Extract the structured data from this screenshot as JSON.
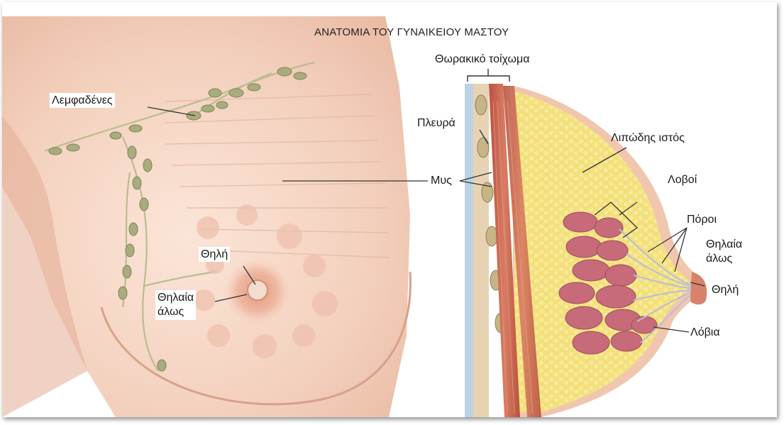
{
  "title": "ΑΝΑΤΟΜΙΑ ΤΟΥ ΓΥΝΑΙΚΕΙΟΥ ΜΑΣΤΟΥ",
  "front_view_labels": {
    "lymph_nodes": "Λεμφαδένες",
    "muscle": "Μυς",
    "nipple": "Θηλή",
    "areola_line1": "Θηλαία",
    "areola_line2": "άλως"
  },
  "cross_section_labels": {
    "chest_wall": "Θωρακικό τοίχωμα",
    "rib": "Πλευρά",
    "fatty_tissue": "Λιπώδης ιστός",
    "lobes": "Λοβοί",
    "ducts": "Πόροι",
    "areola_line1": "Θηλαία",
    "areola_line2": "άλως",
    "nipple": "Θηλή",
    "lobules": "Λόβια"
  },
  "colors": {
    "skin": "#f5d5c3",
    "skin_shadow": "#e8b8a0",
    "areola": "#d9826a",
    "lymph_node": "#a8ab7c",
    "muscle": "#c9644e",
    "fat": "#f2e27a",
    "gland": "#c86a7a"
  }
}
